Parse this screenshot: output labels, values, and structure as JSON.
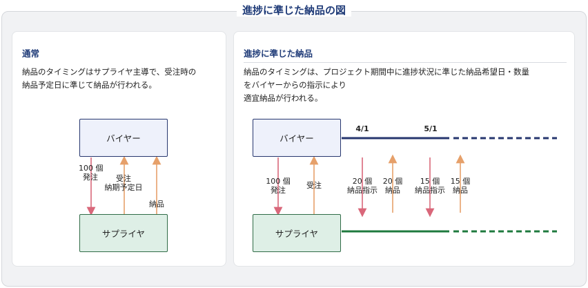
{
  "title": "進捗に準じた納品の図",
  "left_panel": {
    "heading": "通常",
    "desc": [
      "納品のタイミングはサプライヤ主導で、受注時の",
      "納品予定日に準じて納品が行われる。"
    ],
    "buyer": "バイヤー",
    "supplier": "サプライヤ",
    "arrows": {
      "order_qty": "100 個",
      "order": "発注",
      "accept": "受注",
      "due_date": "納期予定日",
      "delivery": "納品"
    }
  },
  "right_panel": {
    "heading": "進捗に準じた納品",
    "desc": [
      "納品のタイミングは、プロジェクト期間中に進捗状況に準じた納品希望日・数量",
      "をバイヤーからの指示により",
      "適宜納品が行われる。"
    ],
    "buyer": "バイヤー",
    "supplier": "サプライヤ",
    "dates": [
      "4/1",
      "5/1"
    ],
    "arrows": {
      "order_qty": "100 個",
      "order": "発注",
      "accept": "受注",
      "qty_a": "20 個",
      "instruct_a": "納品指示",
      "delivery_a_qty": "20 個",
      "delivery_a": "納品",
      "qty_b": "15 個",
      "instruct_b": "納品指示",
      "delivery_b_qty": "15 個",
      "delivery_b": "納品"
    }
  },
  "colors": {
    "title": "#1f3b78",
    "buyer_line": "#26366e",
    "supplier_line": "#1e7a3e",
    "arrow_red": "#d9677a",
    "arrow_orange": "#e6a06a"
  }
}
